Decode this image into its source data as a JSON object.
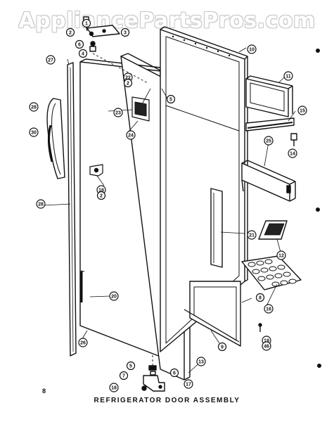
{
  "watermark": "AppliancePartsPros.com",
  "caption": "REFRIGERATOR DOOR ASSEMBLY",
  "page_number": "8",
  "callouts": [
    {
      "id": "c1",
      "label": "1"
    },
    {
      "id": "c2",
      "label": "2"
    },
    {
      "id": "c3",
      "label": "3"
    },
    {
      "id": "c6a",
      "label": "6"
    },
    {
      "id": "c4",
      "label": "4"
    },
    {
      "id": "c27",
      "label": "27"
    },
    {
      "id": "c10",
      "label": "10"
    },
    {
      "id": "c22",
      "label": "22"
    },
    {
      "id": "c2b",
      "label": "2"
    },
    {
      "id": "c5a",
      "label": "5"
    },
    {
      "id": "c11",
      "label": "11"
    },
    {
      "id": "c28a",
      "label": "28"
    },
    {
      "id": "c23",
      "label": "23"
    },
    {
      "id": "c15",
      "label": "15"
    },
    {
      "id": "c30",
      "label": "30"
    },
    {
      "id": "c24",
      "label": "24"
    },
    {
      "id": "c14",
      "label": "14"
    },
    {
      "id": "c25",
      "label": "25"
    },
    {
      "id": "c18",
      "label": "18"
    },
    {
      "id": "c2c",
      "label": "2"
    },
    {
      "id": "c28b",
      "label": "28"
    },
    {
      "id": "c21",
      "label": "21"
    },
    {
      "id": "c12",
      "label": "12"
    },
    {
      "id": "c20",
      "label": "20"
    },
    {
      "id": "c16",
      "label": "16"
    },
    {
      "id": "c8",
      "label": "8"
    },
    {
      "id": "c26",
      "label": "26"
    },
    {
      "id": "c9",
      "label": "9"
    },
    {
      "id": "c19",
      "label": "19"
    },
    {
      "id": "c46",
      "label": "46"
    },
    {
      "id": "c13",
      "label": "13"
    },
    {
      "id": "c5b",
      "label": "5"
    },
    {
      "id": "c6b",
      "label": "6"
    },
    {
      "id": "c7",
      "label": "7"
    },
    {
      "id": "c17",
      "label": "17"
    },
    {
      "id": "c18b",
      "label": "18"
    }
  ]
}
